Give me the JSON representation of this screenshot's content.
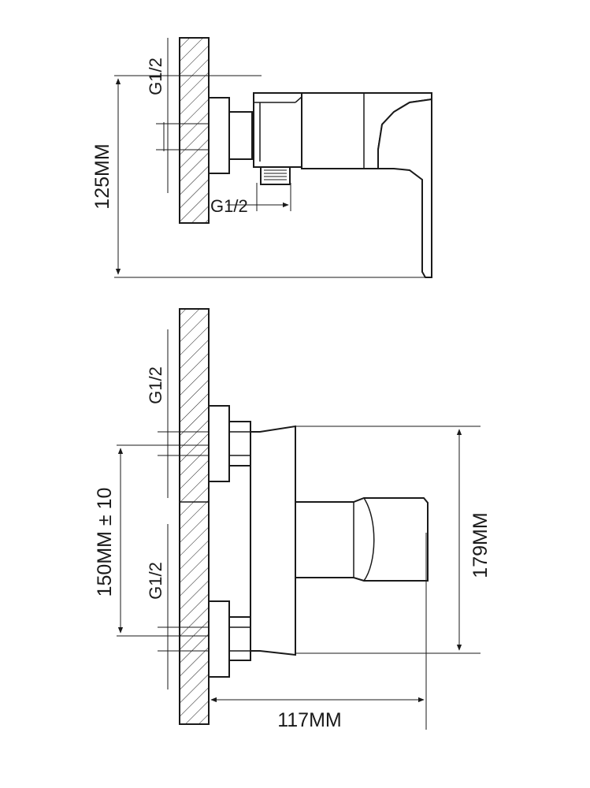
{
  "labels": {
    "top_thread_vertical": "G1/2",
    "top_thread_horizontal": "G1/2",
    "top_height": "125MM",
    "front_thread_upper": "G1/2",
    "front_thread_lower": "G1/2",
    "front_spacing": "150MM ± 10",
    "front_height": "179MM",
    "front_width": "117MM"
  },
  "colors": {
    "line": "#1a1a1a",
    "background": "#ffffff"
  }
}
